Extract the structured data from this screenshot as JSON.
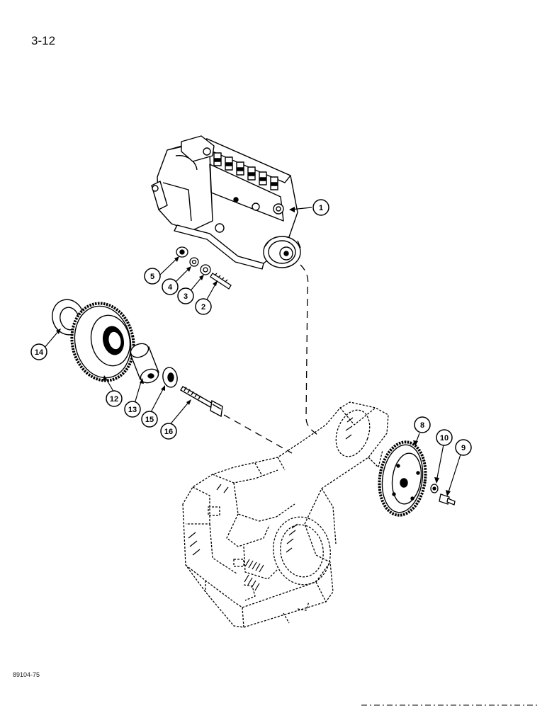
{
  "page": {
    "page_number": "3-12",
    "figure_code": "89104-75"
  },
  "callouts": [
    {
      "id": "1",
      "label": "1"
    },
    {
      "id": "2",
      "label": "2"
    },
    {
      "id": "3",
      "label": "3"
    },
    {
      "id": "4",
      "label": "4"
    },
    {
      "id": "5",
      "label": "5"
    },
    {
      "id": "8",
      "label": "8"
    },
    {
      "id": "9",
      "label": "9"
    },
    {
      "id": "10",
      "label": "10"
    },
    {
      "id": "12",
      "label": "12"
    },
    {
      "id": "13",
      "label": "13"
    },
    {
      "id": "14",
      "label": "14"
    },
    {
      "id": "15",
      "label": "15"
    },
    {
      "id": "16",
      "label": "16"
    }
  ],
  "icons": {
    "fuel_injection_pump": "fuel-injection-pump-icon",
    "idler_gear": "idler-gear-icon",
    "pump_drive_gear": "pump-drive-gear-icon",
    "timing_gear_housing": "timing-gear-housing-icon"
  },
  "colors": {
    "ink": "#000000",
    "paper": "#ffffff"
  }
}
